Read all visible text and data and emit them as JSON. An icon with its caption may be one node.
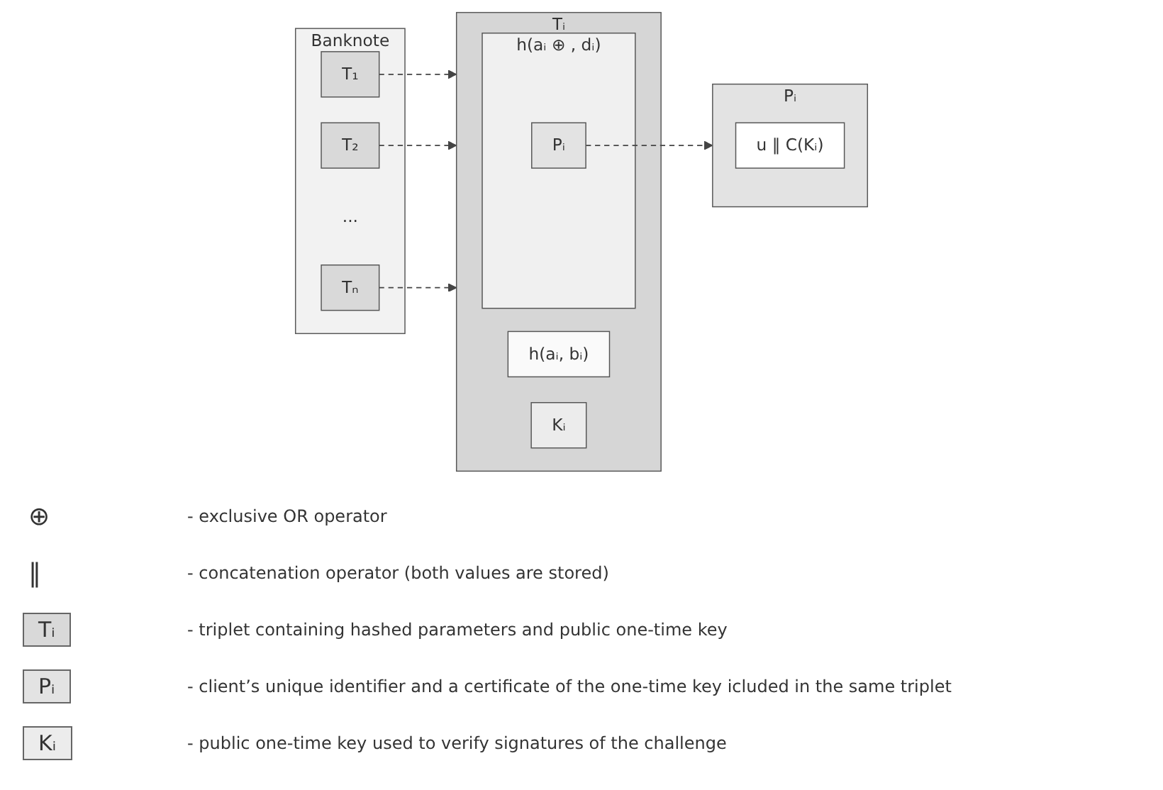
{
  "diagram": {
    "nodes": [
      {
        "text": [
          "Banknote"
        ]
      },
      {
        "text": [
          "T₁"
        ],
        "in": 0
      },
      {
        "text": [
          "T₂"
        ],
        "in": 0
      },
      {
        "text": [
          "..."
        ],
        "in": 0
      },
      {
        "text": [
          "Tₙ"
        ],
        "in": 0
      },
      {
        "text": [
          "Tᵢ"
        ]
      },
      {
        "text": [
          "h(aᵢ,  bᵢ)"
        ],
        "in": 5
      },
      {
        "text": [
          "h(aᵢ ⊕",
          ",  dᵢ)"
        ],
        "in": 5
      },
      {
        "text": [
          "Pᵢ"
        ],
        "in": 7
      },
      {
        "text": [
          "Kᵢ"
        ],
        "in": 5
      },
      {
        "text": [
          "Pᵢ"
        ]
      },
      {
        "text": [
          "u ‖ C(Kᵢ)"
        ],
        "in": 10
      }
    ],
    "edges": [
      {
        "from": 1,
        "to": 5,
        "arrow": "to",
        "style": "dashed"
      },
      {
        "from": 2,
        "to": 5,
        "arrow": "to",
        "style": "dashed"
      },
      {
        "from": 4,
        "to": 5,
        "arrow": "to",
        "style": "dashed"
      },
      {
        "from": 8,
        "to": 10,
        "arrow": "to",
        "style": "dashed"
      }
    ],
    "labels": [
      "⊕",
      "‖",
      "Tᵢ",
      "Pᵢ",
      "Kᵢ"
    ],
    "legend": [
      {
        "text": "- exclusive OR operator"
      },
      {
        "text": "- concatenation operator (both values are stored)"
      },
      {
        "text": "- triplet containing hashed parameters and public one-time key"
      },
      {
        "text": "- client’s unique identifier and a certificate of the one-time key icluded in the same triplet"
      },
      {
        "text": "- public one-time key used to verify signatures of the challenge"
      }
    ]
  }
}
